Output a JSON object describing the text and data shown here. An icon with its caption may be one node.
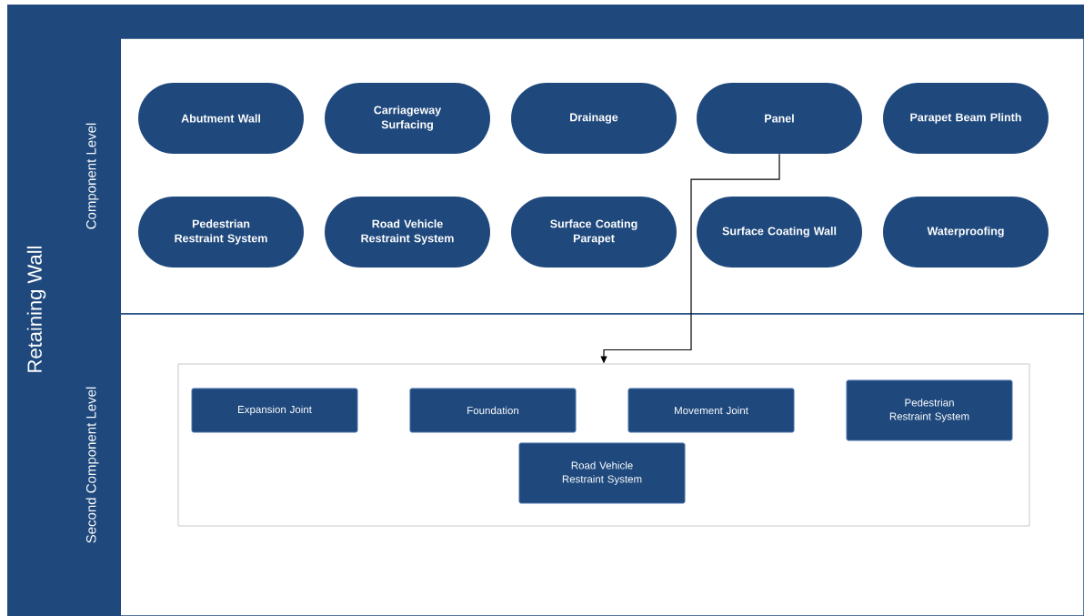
{
  "diagram": {
    "nodes": [
      {
        "text": [
          "Retaining Wall"
        ]
      },
      {
        "text": [
          "Component Level"
        ],
        "in": 0
      },
      {
        "text": [
          "Abutment Wall"
        ],
        "in": 1
      },
      {
        "text": [
          "Carriageway Surfacing"
        ],
        "in": 1
      },
      {
        "text": [
          "Drainage"
        ],
        "in": 1
      },
      {
        "text": [
          "Panel"
        ],
        "in": 1
      },
      {
        "text": [
          "Parapet Beam Plinth"
        ],
        "in": 1
      },
      {
        "text": [
          "Pedestrian Restraint System"
        ],
        "in": 1
      },
      {
        "text": [
          "Road Vehicle Restraint System"
        ],
        "in": 1
      },
      {
        "text": [
          "Surface Coating Parapet"
        ],
        "in": 1
      },
      {
        "text": [
          "Surface Coating Wall"
        ],
        "in": 1
      },
      {
        "text": [
          "Waterproofing"
        ],
        "in": 1
      },
      {
        "text": [
          "Second Component Level"
        ],
        "in": 0
      },
      {
        "text": [],
        "shape": "box",
        "in": 12
      },
      {
        "text": [
          "Expansion Joint"
        ],
        "in": 13
      },
      {
        "text": [
          "Foundation"
        ],
        "in": 13
      },
      {
        "text": [
          "Movement Joint"
        ],
        "in": 13
      },
      {
        "text": [
          "Pedestrian Restraint System"
        ],
        "in": 13
      },
      {
        "text": [
          "Road Vehicle Restraint System"
        ],
        "in": 13
      }
    ],
    "edges": [
      {
        "from": 5,
        "to": 13,
        "arrow": "to"
      }
    ]
  }
}
